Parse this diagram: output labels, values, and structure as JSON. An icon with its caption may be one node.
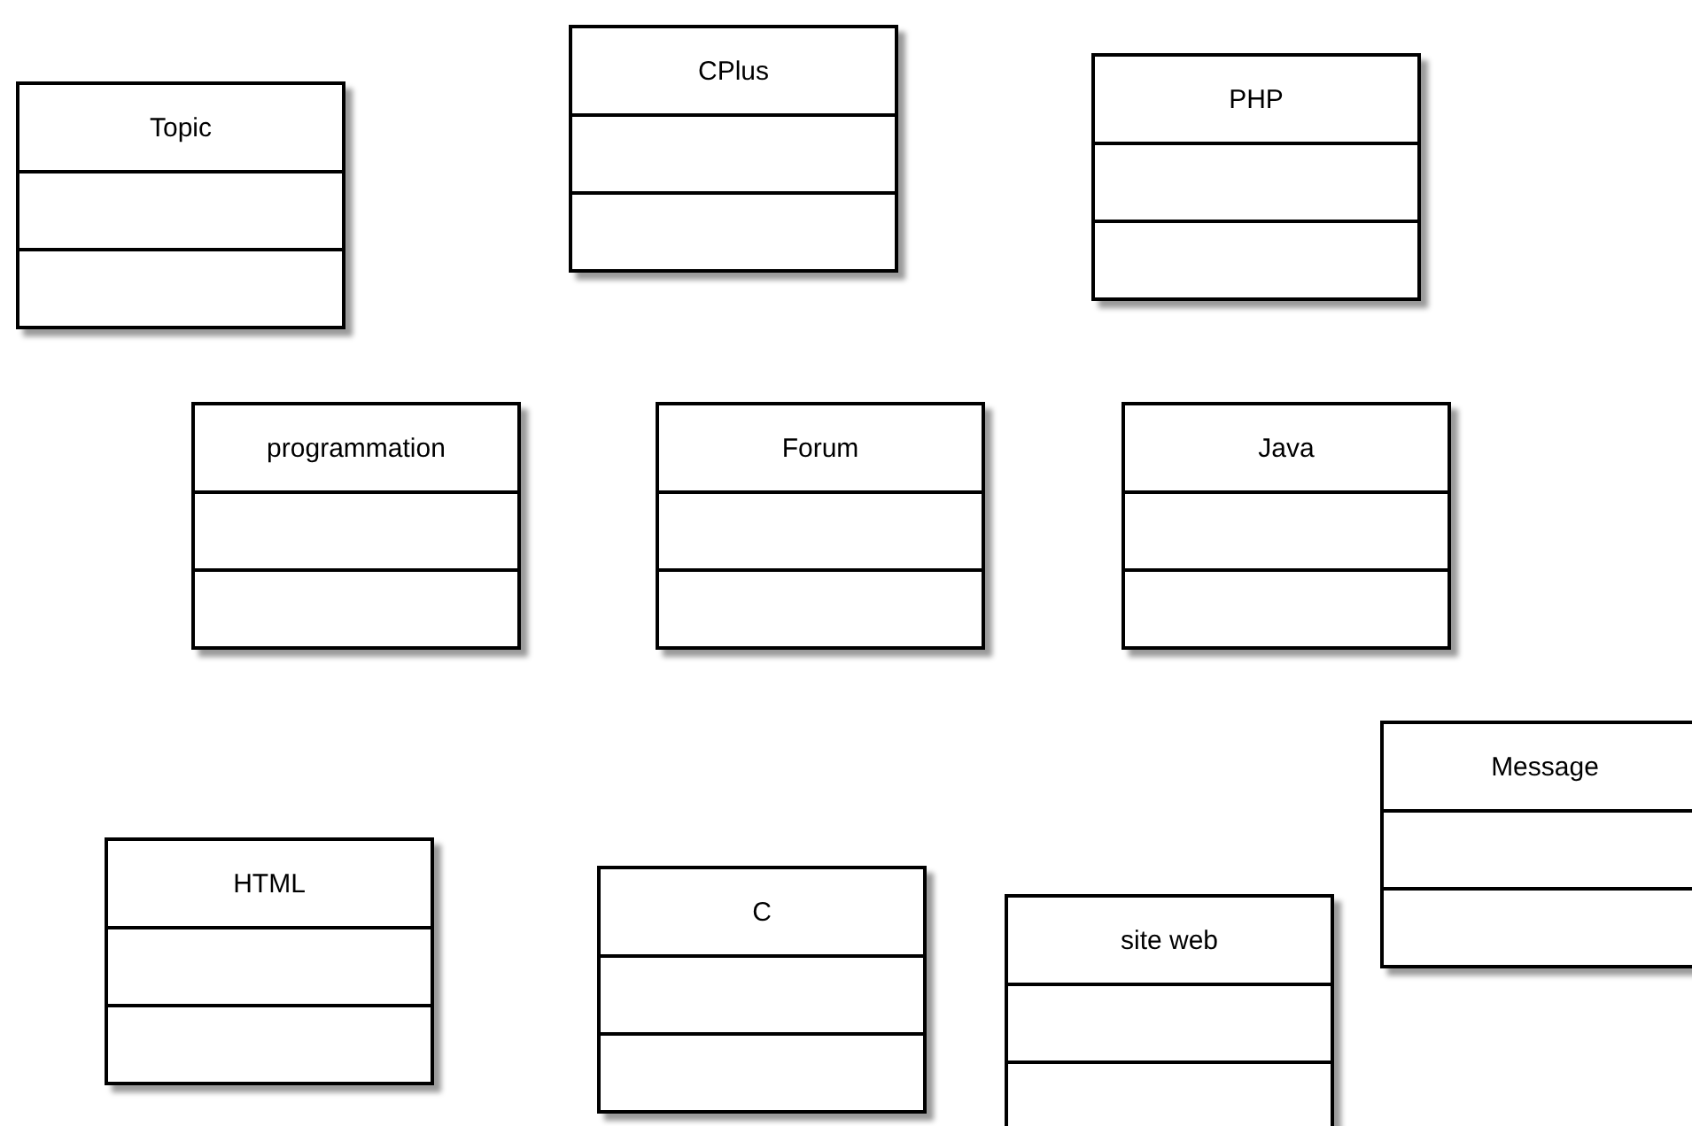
{
  "diagram": {
    "nodes": [
      {
        "text": [
          "Topic"
        ]
      },
      {
        "text": [
          "CPlus"
        ]
      },
      {
        "text": [
          "PHP"
        ]
      },
      {
        "text": [
          "programmation"
        ]
      },
      {
        "text": [
          "Forum"
        ]
      },
      {
        "text": [
          "Java"
        ]
      },
      {
        "text": [
          "Message"
        ]
      },
      {
        "text": [
          "HTML"
        ]
      },
      {
        "text": [
          "C"
        ]
      },
      {
        "text": [
          "site web"
        ]
      }
    ]
  }
}
